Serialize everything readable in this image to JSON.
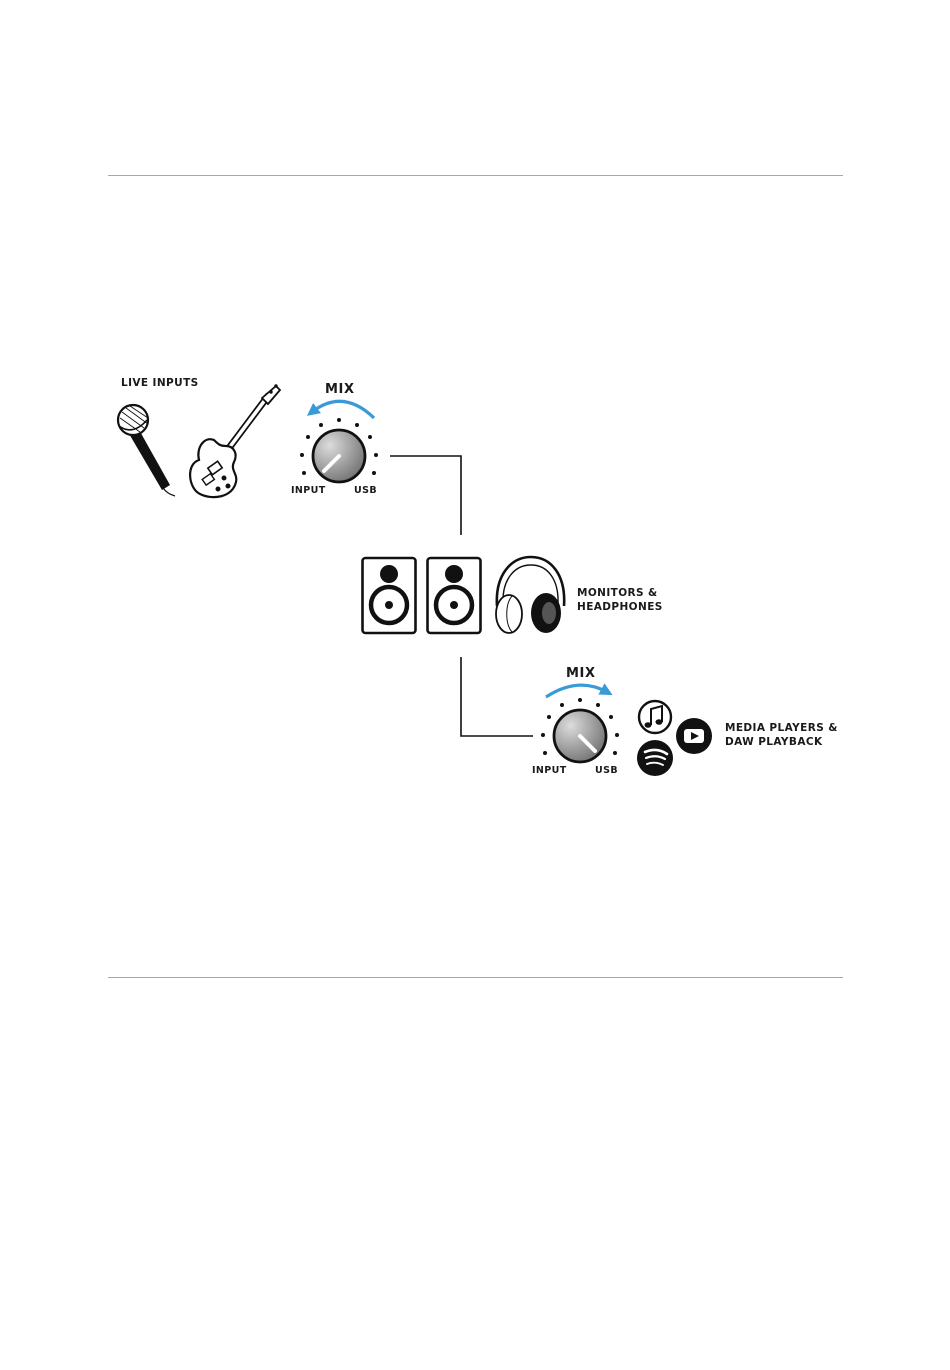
{
  "labels": {
    "live_inputs": "LIVE INPUTS",
    "mix_top": "MIX",
    "input_top": "INPUT",
    "usb_top": "USB",
    "monitors_line1": "MONITORS &",
    "monitors_line2": "HEADPHONES",
    "mix_bottom": "MIX",
    "input_bottom": "INPUT",
    "usb_bottom": "USB",
    "media_line1": "MEDIA PLAYERS &",
    "media_line2": "DAW PLAYBACK"
  },
  "colors": {
    "arrow": "#3a9ad6",
    "line": "#111111",
    "knob_light": "#dcdcdc",
    "knob_dark": "#6e6e6e",
    "rule": "#a8a8a8"
  },
  "knobs": {
    "top": {
      "direction": "toward-input"
    },
    "bottom": {
      "direction": "toward-usb"
    }
  }
}
